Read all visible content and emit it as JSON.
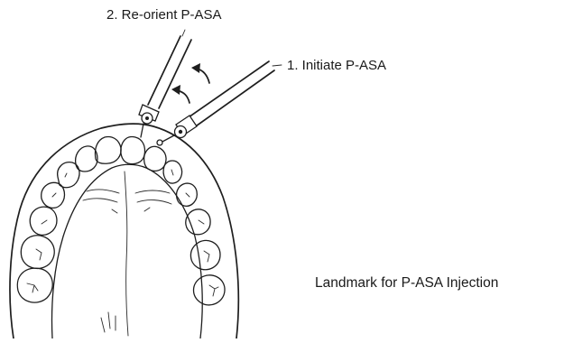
{
  "labels": {
    "step_reorient": "2. Re-orient P-ASA",
    "step_initiate": "1. Initiate P-ASA",
    "caption": "Landmark for P-ASA Injection"
  },
  "colors": {
    "ink": "#1e1e1e",
    "background": "#ffffff"
  },
  "icons": {
    "left_syringe": "syringe-needle-icon",
    "right_syringe": "syringe-needle-icon",
    "rotation_arrows": "curved-arrow-icon"
  }
}
